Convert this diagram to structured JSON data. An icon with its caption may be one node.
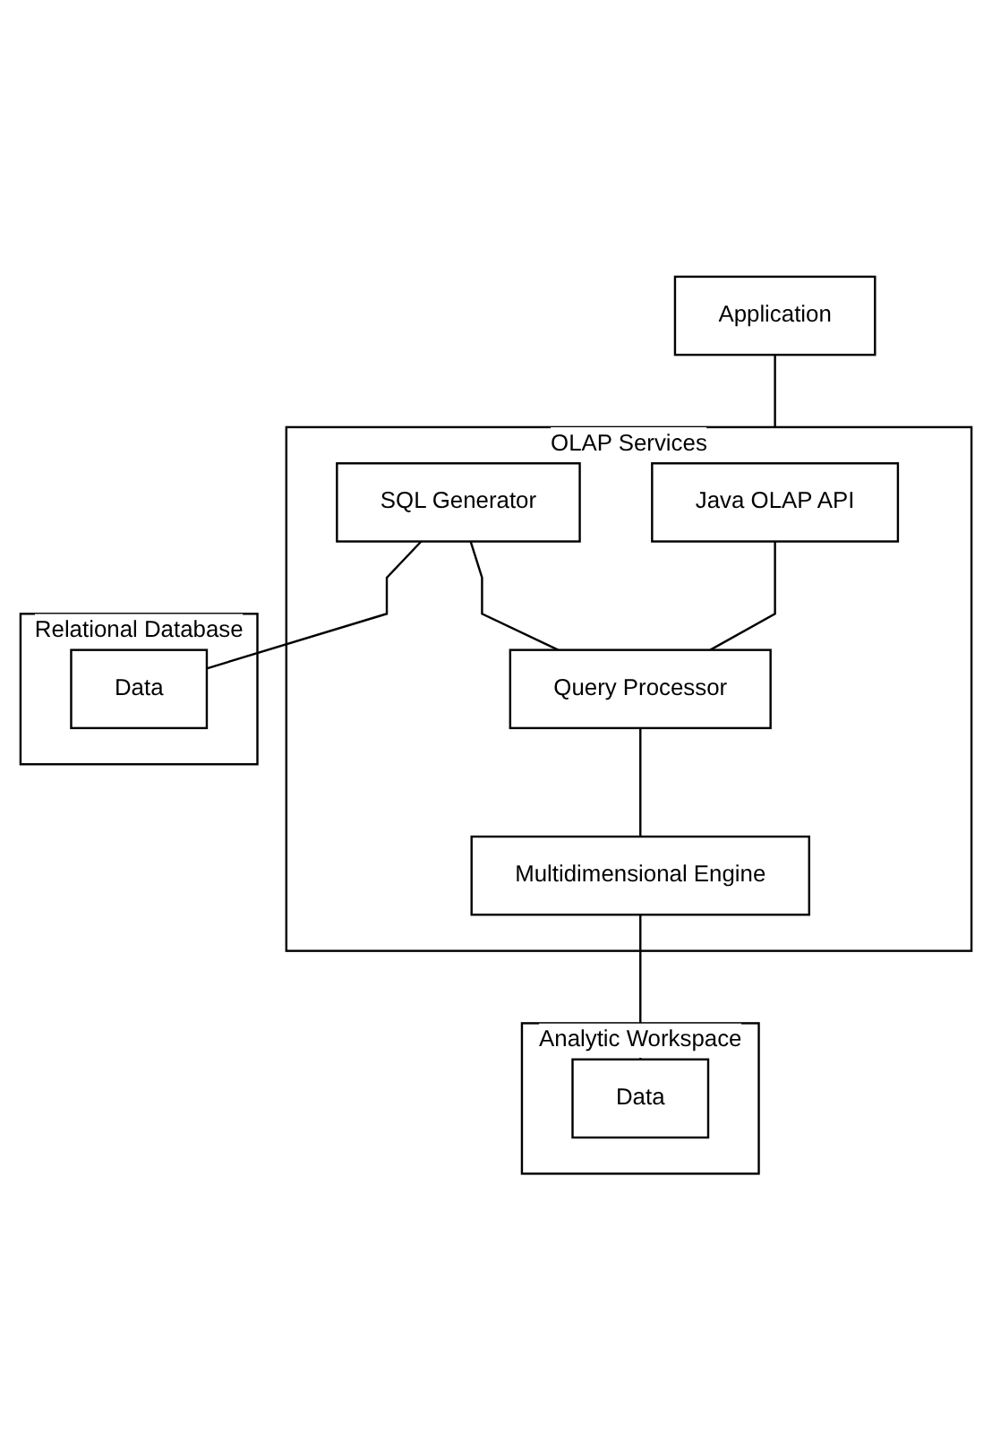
{
  "diagram": {
    "nodes": [
      {
        "text": [
          "Application"
        ]
      },
      {
        "text": [
          "OLAP Services"
        ]
      },
      {
        "text": [
          "Java OLAP API"
        ],
        "in": 1
      },
      {
        "text": [
          "SQL Generator"
        ],
        "in": 1
      },
      {
        "text": [
          "Query Processor"
        ],
        "in": 1
      },
      {
        "text": [
          "Multidimensional Engine"
        ],
        "in": 1
      },
      {
        "text": [
          "Relational Database"
        ]
      },
      {
        "text": [
          "Data"
        ],
        "in": 6
      },
      {
        "text": [
          "Analytic Workspace"
        ]
      },
      {
        "text": [
          "Data"
        ],
        "in": 8
      }
    ],
    "edges": [
      {
        "from": 0,
        "to": 1,
        "arrow": "none"
      },
      {
        "from": 2,
        "to": 4,
        "arrow": "none"
      },
      {
        "from": 3,
        "to": 4,
        "arrow": "none"
      },
      {
        "from": 4,
        "to": 5,
        "arrow": "none"
      },
      {
        "from": 3,
        "to": 7,
        "arrow": "none"
      },
      {
        "from": 5,
        "to": 9,
        "arrow": "none"
      }
    ]
  }
}
